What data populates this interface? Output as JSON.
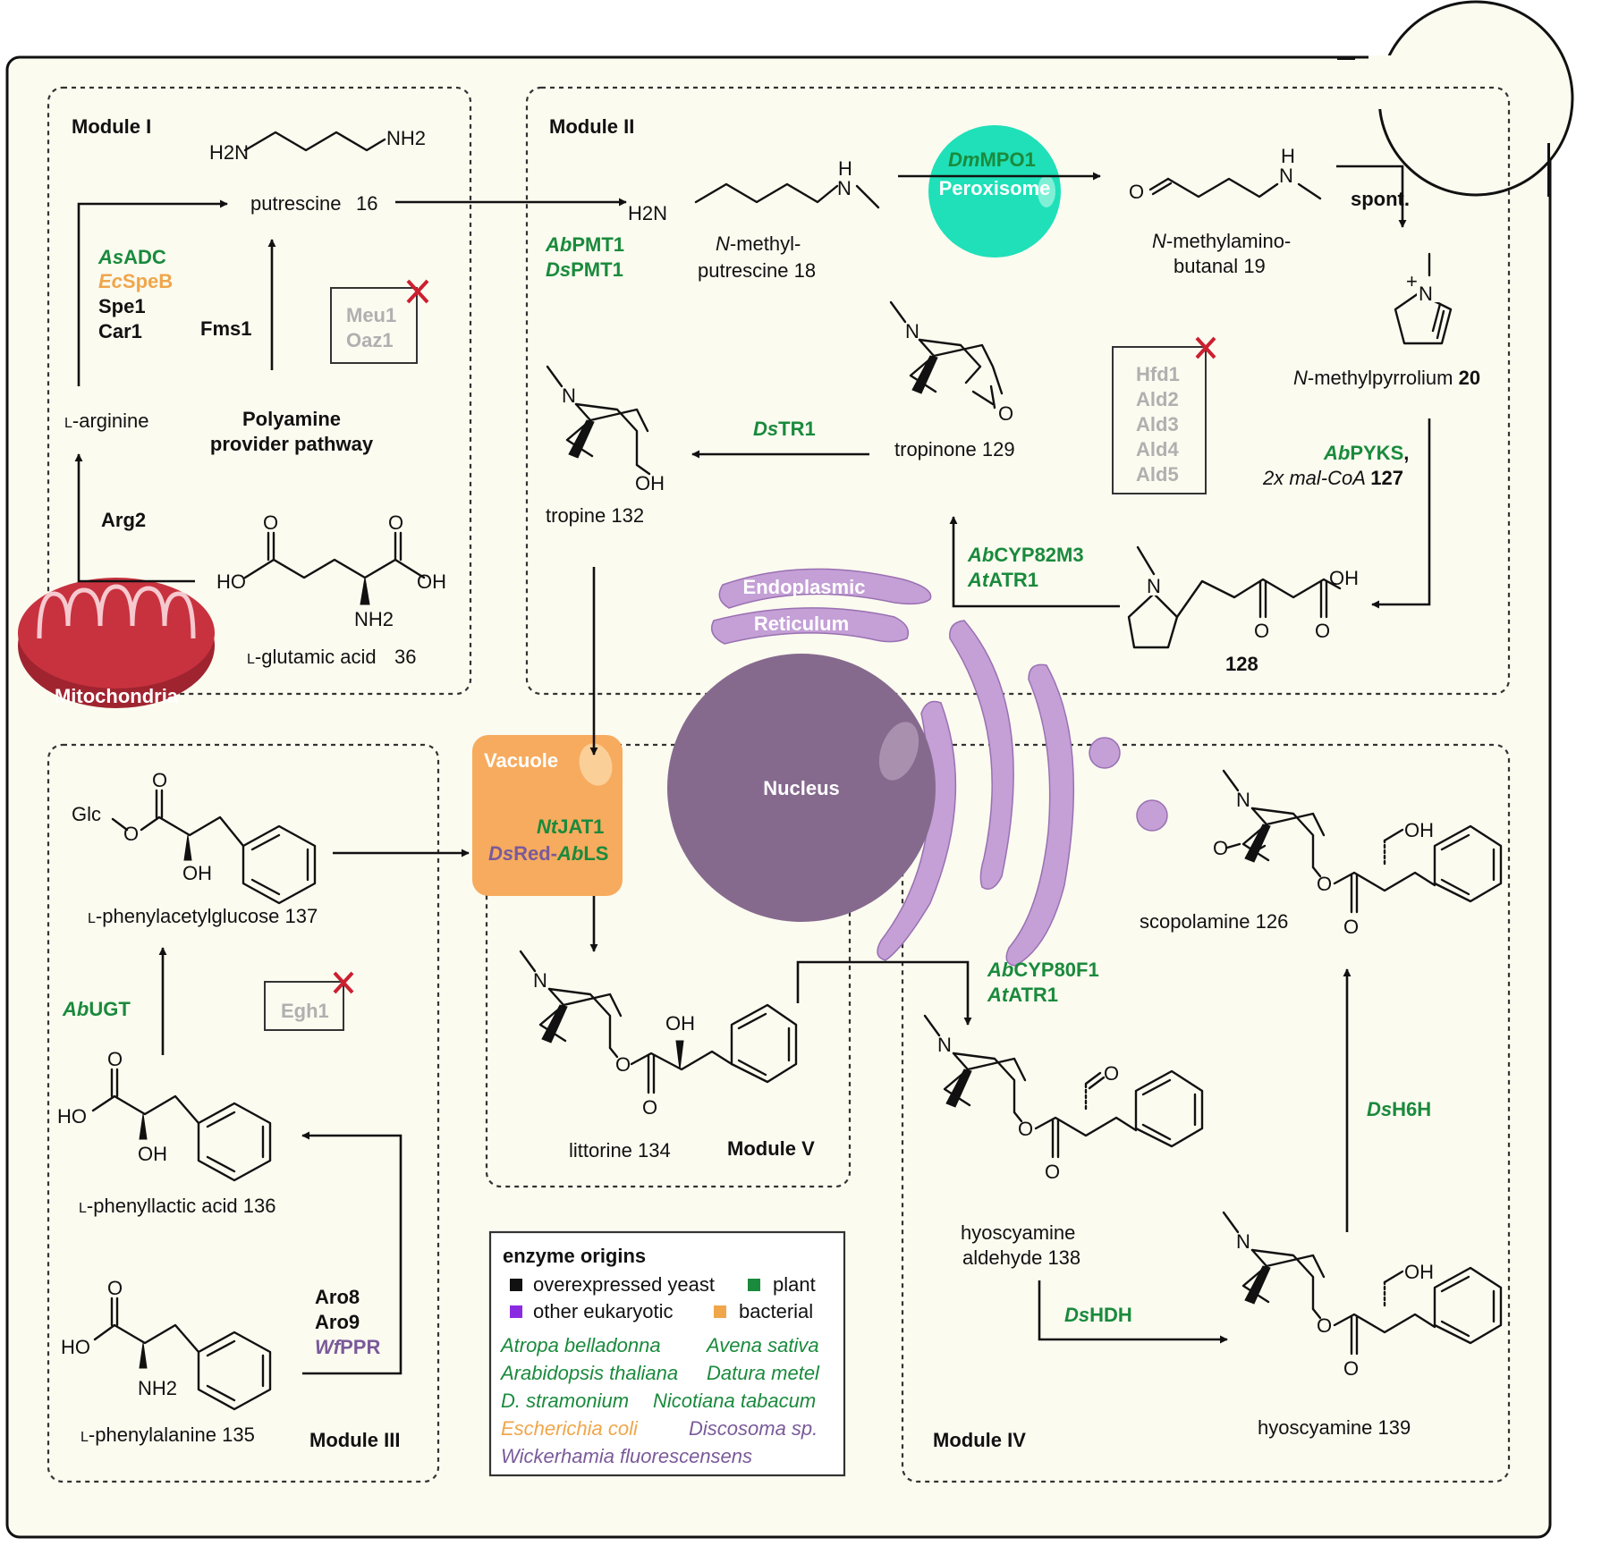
{
  "modules": {
    "I": "Module I",
    "II": "Module II",
    "III": "Module III",
    "IV": "Module IV",
    "V": "Module V"
  },
  "organelles": {
    "mitochondria": "Mitochondria",
    "peroxisome": "Peroxisome",
    "er_line1": "Endoplasmic",
    "er_line2": "Reticulum",
    "nucleus": "Nucleus",
    "vacuole": "Vacuole"
  },
  "compounds": {
    "putrescine": {
      "name": "putrescine",
      "num": "16"
    },
    "arginine": {
      "prefix": "L",
      "name": "-arginine"
    },
    "glutamic": {
      "prefix": "L",
      "name": "-glutamic acid",
      "num": "36"
    },
    "methylputrescine": {
      "prefix": "N",
      "line1": "-methyl-",
      "line2": "putrescine",
      "num": "18"
    },
    "methylaminobutanal": {
      "prefix": "N",
      "line1": "-methylamino-",
      "line2": "butanal",
      "num": "19"
    },
    "methylpyrrolium": {
      "prefix": "N",
      "name": "-methylpyrrolium",
      "num": "20"
    },
    "c128": {
      "num": "128"
    },
    "tropinone": {
      "name": "tropinone",
      "num": "129"
    },
    "tropine": {
      "name": "tropine",
      "num": "132"
    },
    "phenylacetylglucose": {
      "prefix": "L",
      "name": "-phenylacetylglucose",
      "num": "137"
    },
    "phenyllactic": {
      "prefix": "L",
      "name": "-phenyllactic acid",
      "num": "136"
    },
    "phenylalanine": {
      "prefix": "L",
      "name": "-phenylalanine",
      "num": "135"
    },
    "littorine": {
      "name": "littorine",
      "num": "134"
    },
    "hyoscyamine_aldehyde": {
      "line1": "hyoscyamine",
      "line2": "aldehyde",
      "num": "138"
    },
    "hyoscyamine": {
      "name": "hyoscyamine",
      "num": "139"
    },
    "scopolamine": {
      "name": "scopolamine",
      "num": "126"
    }
  },
  "enzymes": {
    "asadc": {
      "it": "As",
      "rest": "ADC"
    },
    "ecspeb": {
      "it": "Ec",
      "rest": "SpeB"
    },
    "spe1": "Spe1",
    "car1": "Car1",
    "fms1": "Fms1",
    "arg2": "Arg2",
    "polyamine_line1": "Polyamine",
    "polyamine_line2": "provider pathway",
    "meu1": "Meu1",
    "oaz1": "Oaz1",
    "abpmt1": {
      "it": "Ab",
      "rest": "PMT1"
    },
    "dspmt1": {
      "it": "Ds",
      "rest": "PMT1"
    },
    "dmmpo1": {
      "it": "Dm",
      "rest": "MPO1"
    },
    "spont": "spont.",
    "hfd1": "Hfd1",
    "ald2": "Ald2",
    "ald3": "Ald3",
    "ald4": "Ald4",
    "ald5": "Ald5",
    "abpyks": {
      "it": "Ab",
      "rest": "PYKS",
      "suffix": ","
    },
    "malcoa": {
      "text": "2x mal-CoA",
      "num": "127"
    },
    "abcyp82m3": {
      "it": "Ab",
      "rest": "CYP82M3"
    },
    "atatr1_a": {
      "it": "At",
      "rest": "ATR1"
    },
    "dstr1": {
      "it": "Ds",
      "rest": "TR1"
    },
    "ntjat1": {
      "it": "Nt",
      "rest": "JAT1"
    },
    "dsred_ablS": {
      "it1": "Ds",
      "rest1": "Red-",
      "it2": "Ab",
      "rest2": "LS"
    },
    "abugt": {
      "it": "Ab",
      "rest": "UGT"
    },
    "egh1": "Egh1",
    "aro8": "Aro8",
    "aro9": "Aro9",
    "wfppr": {
      "it": "Wf",
      "rest": "PPR"
    },
    "abcyp80f1": {
      "it": "Ab",
      "rest": "CYP80F1"
    },
    "atatr1_b": {
      "it": "At",
      "rest": "ATR1"
    },
    "dshdh": {
      "it": "Ds",
      "rest": "HDH"
    },
    "dsh6h": {
      "it": "Ds",
      "rest": "H6H"
    }
  },
  "atoms": {
    "h2n": "H2N",
    "nh2": "NH2",
    "n": "N",
    "h": "H",
    "o": "O",
    "ho": "HO",
    "oh": "OH",
    "glc": "Glc",
    "plus": "+"
  },
  "legend": {
    "title": "enzyme origins",
    "items": [
      {
        "label": "overexpressed yeast",
        "color": "#111111"
      },
      {
        "label": "plant",
        "color": "#1a8a3c"
      },
      {
        "label": "other eukaryotic",
        "color": "#8a2be2"
      },
      {
        "label": "bacterial",
        "color": "#f0a64a"
      }
    ],
    "species": [
      {
        "name": "Atropa belladonna",
        "color": "#1a8a3c"
      },
      {
        "name": "Avena sativa",
        "color": "#1a8a3c"
      },
      {
        "name": "Arabidopsis thaliana",
        "color": "#1a8a3c"
      },
      {
        "name": "Datura metel",
        "color": "#1a8a3c"
      },
      {
        "name": "D. stramonium",
        "color": "#1a8a3c"
      },
      {
        "name": "Nicotiana tabacum",
        "color": "#1a8a3c"
      },
      {
        "name": "Escherichia coli",
        "color": "#f0a64a"
      },
      {
        "name": "Discosoma sp.",
        "color": "#7a5a9a"
      },
      {
        "name": "Wickerhamia fluorescensens",
        "color": "#7a5a9a"
      }
    ]
  },
  "colors": {
    "cell_fill": "#fbfbf0",
    "plant": "#1a8a3c",
    "bacterial": "#f0a64a",
    "other": "#7a5a9a",
    "knockout": "#cc1f2f",
    "deleted": "#b0b0b0",
    "mito": "#c8323f",
    "peroxisome": "#1fe0b8",
    "er": "#c4a0d6",
    "nucleus": "#866a8e",
    "vacuole": "#f7ab5e"
  }
}
